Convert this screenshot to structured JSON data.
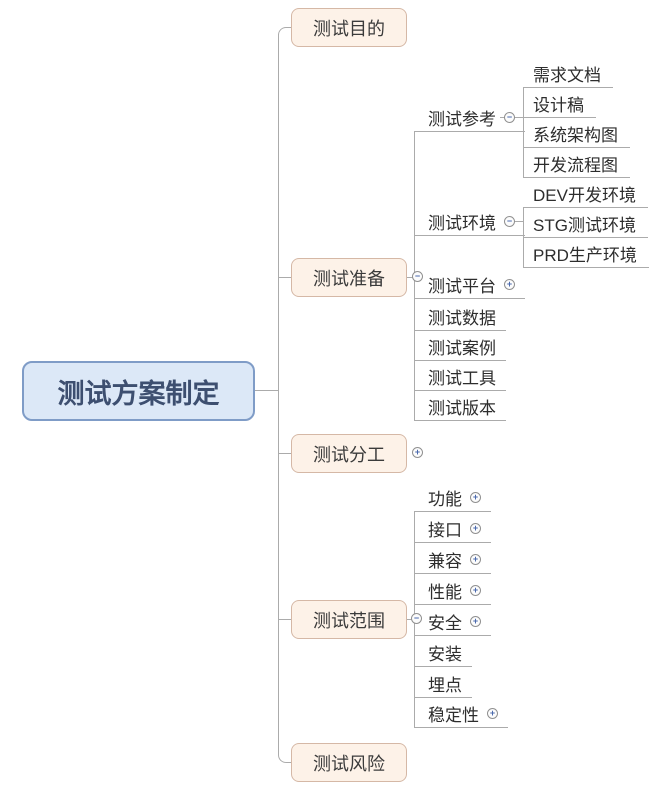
{
  "icons": {
    "collapse": "−",
    "expand": "+"
  },
  "colors": {
    "canvas_bg": "#ffffff",
    "line": "#ababab",
    "root_fill": "#dce8f7",
    "root_border": "#7f9cc7",
    "root_text": "#3d4f70",
    "topic_fill": "#fdf2e8",
    "topic_border": "#d5b8a6",
    "topic_text": "#3b3b3b",
    "node_text": "#2d2d2d",
    "handle_symbol": "#4a69ad"
  },
  "root": {
    "label": "测试方案制定"
  },
  "branches": [
    {
      "label": "测试目的"
    },
    {
      "label": "测试准备",
      "collapse_state": "expanded",
      "children": [
        {
          "label": "测试参考",
          "collapse_state": "expanded",
          "children": [
            {
              "label": "需求文档"
            },
            {
              "label": "设计稿"
            },
            {
              "label": "系统架构图"
            },
            {
              "label": "开发流程图"
            }
          ]
        },
        {
          "label": "测试环境",
          "collapse_state": "expanded",
          "children": [
            {
              "label": "DEV开发环境"
            },
            {
              "label": "STG测试环境"
            },
            {
              "label": "PRD生产环境"
            }
          ]
        },
        {
          "label": "测试平台",
          "collapse_state": "collapsed"
        },
        {
          "label": "测试数据"
        },
        {
          "label": "测试案例"
        },
        {
          "label": "测试工具"
        },
        {
          "label": "测试版本"
        }
      ]
    },
    {
      "label": "测试分工",
      "collapse_state": "collapsed"
    },
    {
      "label": "测试范围",
      "collapse_state": "expanded",
      "children": [
        {
          "label": "功能",
          "collapse_state": "collapsed"
        },
        {
          "label": "接口",
          "collapse_state": "collapsed"
        },
        {
          "label": "兼容",
          "collapse_state": "collapsed"
        },
        {
          "label": "性能",
          "collapse_state": "collapsed"
        },
        {
          "label": "安全",
          "collapse_state": "collapsed"
        },
        {
          "label": "安装"
        },
        {
          "label": "埋点"
        },
        {
          "label": "稳定性",
          "collapse_state": "collapsed"
        }
      ]
    },
    {
      "label": "测试风险"
    }
  ]
}
